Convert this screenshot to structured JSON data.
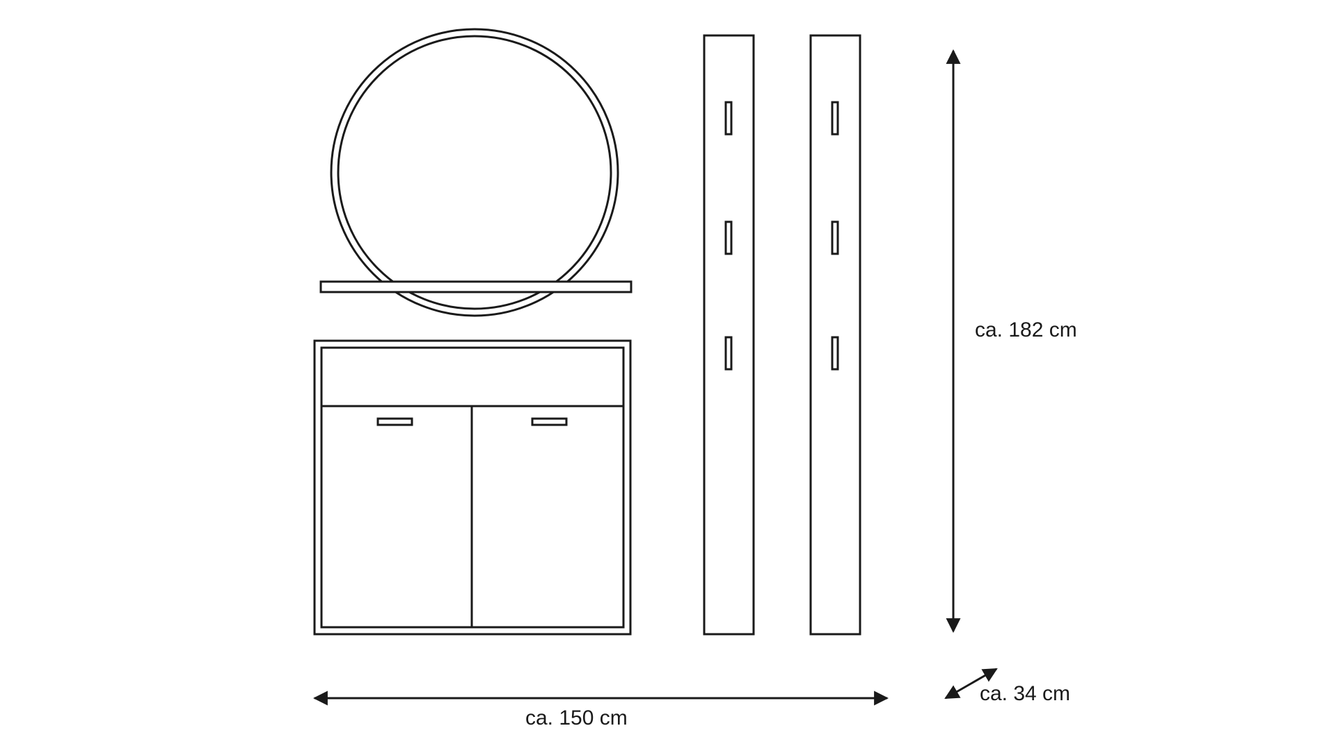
{
  "diagram": {
    "components": [
      {
        "name": "round mirror with shelf"
      },
      {
        "name": "shoe cabinet",
        "doors": 2,
        "handles": 2
      },
      {
        "name": "wall panel",
        "hooks": 3
      },
      {
        "name": "wall panel",
        "hooks": 3
      }
    ],
    "dimensions": {
      "width": {
        "label": "ca. 150 cm",
        "value": 150,
        "unit": "cm"
      },
      "height": {
        "label": "ca. 182 cm",
        "value": 182,
        "unit": "cm"
      },
      "depth": {
        "label": "ca. 34 cm",
        "value": 34,
        "unit": "cm"
      }
    }
  },
  "colors": {
    "line": "#1a1a1a",
    "text": "#1a1a1a",
    "background": "#ffffff"
  }
}
